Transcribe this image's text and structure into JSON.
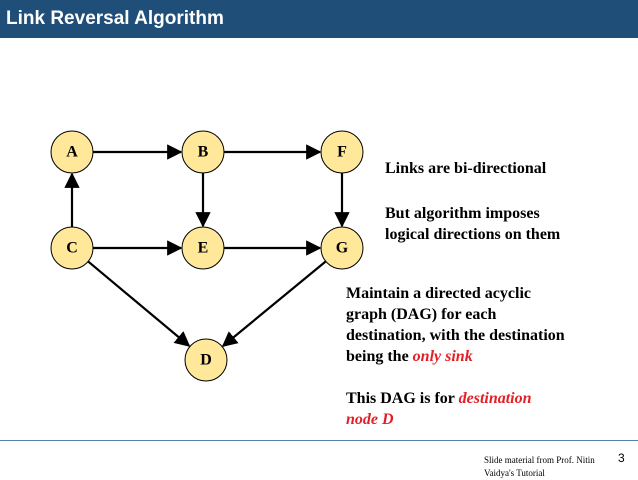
{
  "slide": {
    "title": "Link Reversal Algorithm",
    "page_number": "3",
    "footer_note": "Slide material from Prof. Nitin Vaidya's Tutorial"
  },
  "graph": {
    "fill_color": "#ffe89a",
    "nodes": [
      {
        "id": "A",
        "label": "A"
      },
      {
        "id": "B",
        "label": "B"
      },
      {
        "id": "F",
        "label": "F"
      },
      {
        "id": "C",
        "label": "C"
      },
      {
        "id": "E",
        "label": "E"
      },
      {
        "id": "G",
        "label": "G"
      },
      {
        "id": "D",
        "label": "D"
      }
    ],
    "edges": [
      {
        "from": "A",
        "to": "B"
      },
      {
        "from": "B",
        "to": "F"
      },
      {
        "from": "C",
        "to": "A"
      },
      {
        "from": "B",
        "to": "E"
      },
      {
        "from": "F",
        "to": "G"
      },
      {
        "from": "C",
        "to": "E"
      },
      {
        "from": "E",
        "to": "G"
      },
      {
        "from": "C",
        "to": "D"
      },
      {
        "from": "G",
        "to": "D"
      }
    ]
  },
  "notes": {
    "links_bidirectional": "Links are bi-directional",
    "imposes_line1": "But algorithm imposes",
    "imposes_line2": "logical directions on them",
    "dag_line1": "Maintain a directed acyclic",
    "dag_line2": "graph (DAG)  for each",
    "dag_line3": "destination, with the destination",
    "dag_line4_prefix": "being the ",
    "dag_line4_emph": "only sink",
    "this_dag_prefix": "This DAG is for ",
    "this_dag_emph1": "destination",
    "this_dag_emph2": "node D",
    "accent_color": "#e31f26"
  }
}
